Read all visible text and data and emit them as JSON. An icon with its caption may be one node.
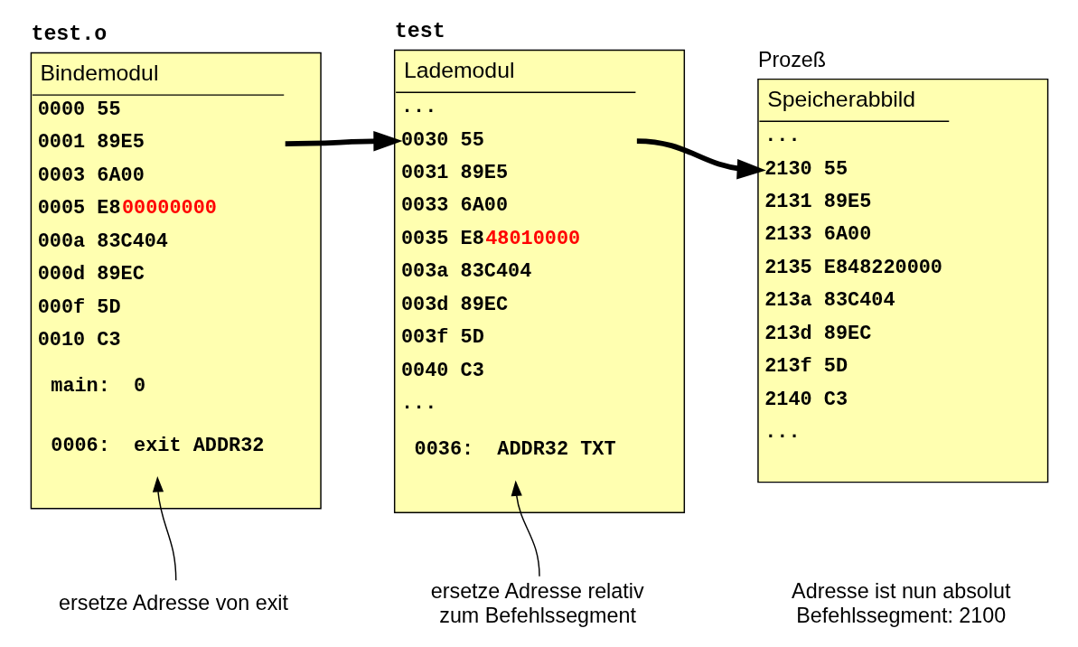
{
  "diagram": {
    "nodes": [
      {
        "text": [
          "Bindemodul",
          "0000 55",
          "0001 89E5",
          "0003 6A00",
          "0005 E800000000",
          "000a 83C404",
          "000d 89EC",
          "000f 5D",
          "0010 C3",
          "main:  0",
          "0006:  exit ADDR32"
        ],
        "beside": [
          "test.o"
        ]
      },
      {
        "text": [
          "Lademodul",
          "...",
          "0030 55",
          "0031 89E5",
          "0033 6A00",
          "0035 E848010000",
          "003a 83C404",
          "003d 89EC",
          "003f 5D",
          "0040 C3",
          "...",
          "0036:  ADDR32 TXT"
        ],
        "beside": [
          "test"
        ]
      },
      {
        "text": [
          "Speicherabbild",
          "...",
          "2130 55",
          "2131 89E5",
          "2133 6A00",
          "2135 E848220000",
          "213a 83C404",
          "213d 89EC",
          "213f 5D",
          "2140 C3",
          "..."
        ],
        "beside": [
          "Prozeß"
        ]
      },
      {
        "text": [
          "ersetze Adresse von exit"
        ]
      },
      {
        "text": [
          "ersetze Adresse relativ zum Befehlssegment"
        ]
      }
    ],
    "edges": [
      {
        "from": 0,
        "to": 1,
        "arrow": "to",
        "style": "thick"
      },
      {
        "from": 1,
        "to": 2,
        "arrow": "to",
        "style": "thick"
      },
      {
        "from": 3,
        "to": 0,
        "arrow": "to"
      },
      {
        "from": 4,
        "to": 1,
        "arrow": "to"
      }
    ],
    "labels": [
      "Adresse ist nun absolut Befehlssegment: 2100"
    ]
  }
}
